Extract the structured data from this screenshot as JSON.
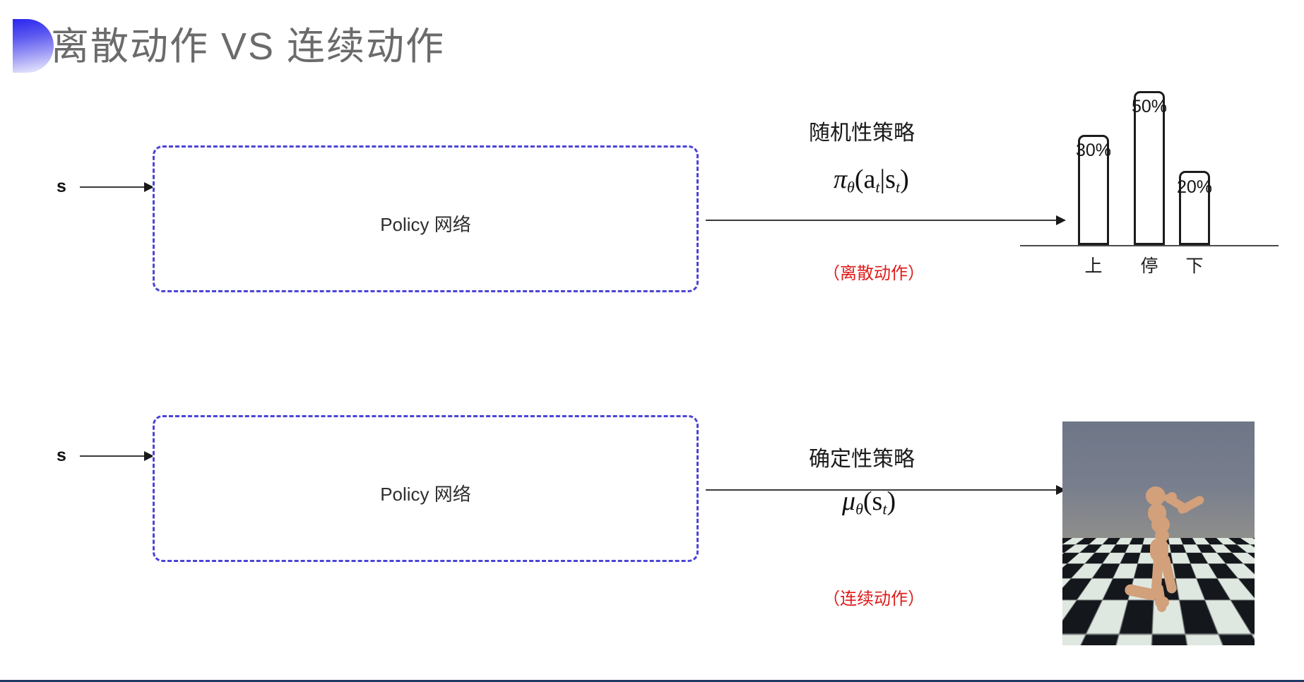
{
  "slide": {
    "title": "离散动作 VS 连续动作",
    "accent_color": "#4b44d6",
    "note_color": "#e01b1b",
    "title_color": "#6b6b6b"
  },
  "rows": [
    {
      "input_label": "s",
      "box_label": "Policy 网络",
      "policy_name": "随机性策略",
      "formula_main": "π",
      "formula_sub": "θ",
      "formula_rest": "(a",
      "formula_sub2": "t",
      "formula_bar": "|s",
      "formula_sub3": "t",
      "formula_close": ")",
      "note": "（离散动作）"
    },
    {
      "input_label": "s",
      "box_label": "Policy 网络",
      "policy_name": "确定性策略",
      "formula_main": "μ",
      "formula_sub": "θ",
      "formula_rest": "(s",
      "formula_sub2": "t",
      "formula_close": ")",
      "note": "（连续动作）"
    }
  ],
  "chart_data": {
    "type": "bar",
    "title": "",
    "xlabel": "",
    "ylabel": "",
    "categories": [
      "上",
      "停",
      "下"
    ],
    "values": [
      30,
      50,
      20
    ],
    "value_labels": [
      "30%",
      "50%",
      "20%"
    ],
    "ylim": [
      0,
      60
    ],
    "grid": false,
    "legend": "none",
    "bar_fill": "#ffffff",
    "bar_stroke": "#1c1c1c"
  },
  "sim": {
    "name": "humanoid-mujoco-simulation",
    "sky_color": "#6f7687",
    "floor_light": "#dfe8e0",
    "floor_dark": "#14171c",
    "body_color": "#d2a07a"
  }
}
